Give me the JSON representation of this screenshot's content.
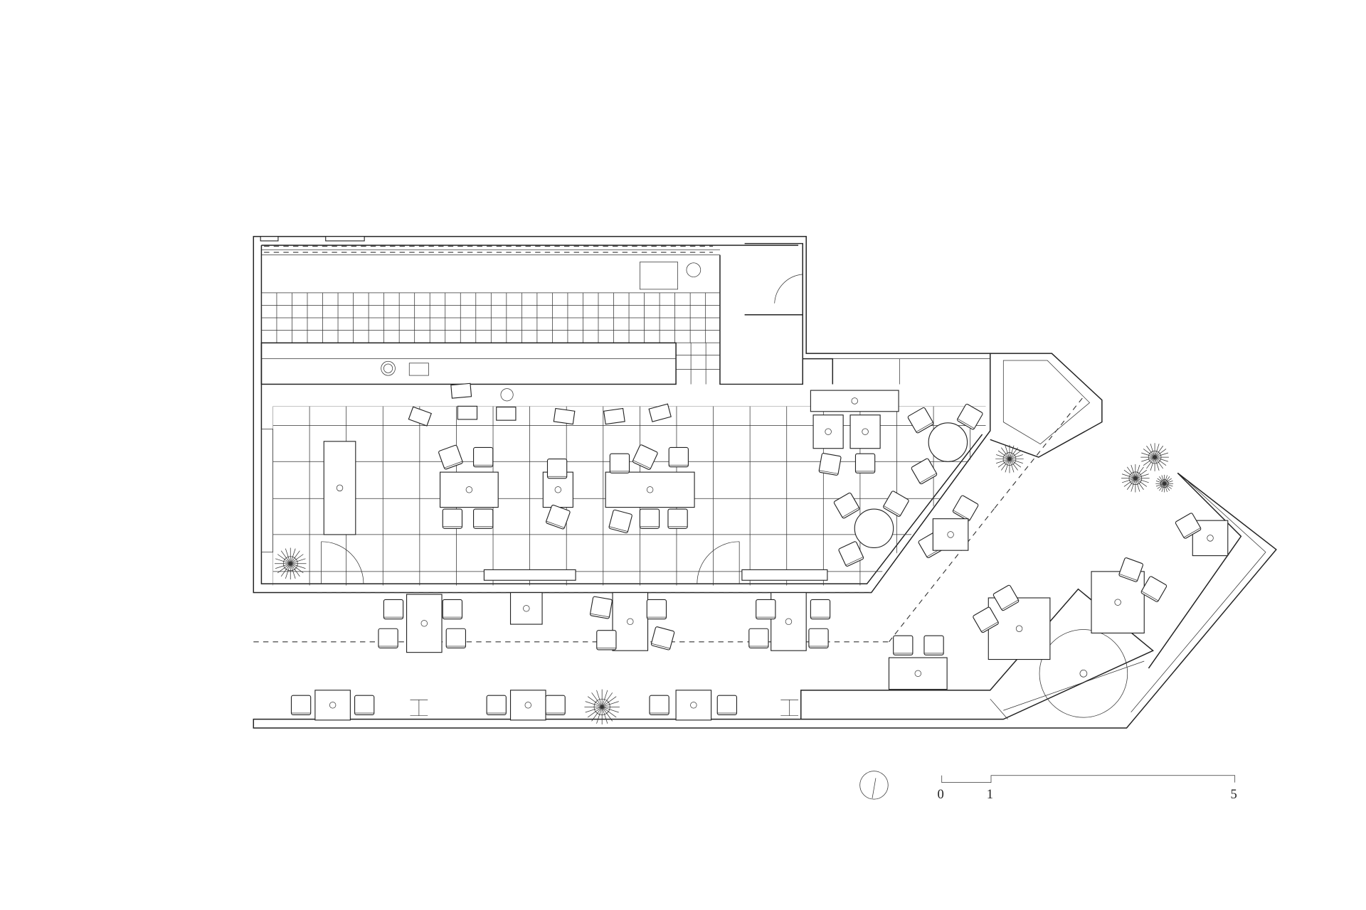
{
  "plan": {
    "title": "Cafe floor plan",
    "scale_bar": {
      "labels": [
        "0",
        "1",
        "5"
      ],
      "unit_ticks": [
        0,
        1,
        5
      ]
    },
    "north_arrow": "north-arrow-icon",
    "colors": {
      "line": "#222222",
      "background": "#ffffff"
    }
  }
}
